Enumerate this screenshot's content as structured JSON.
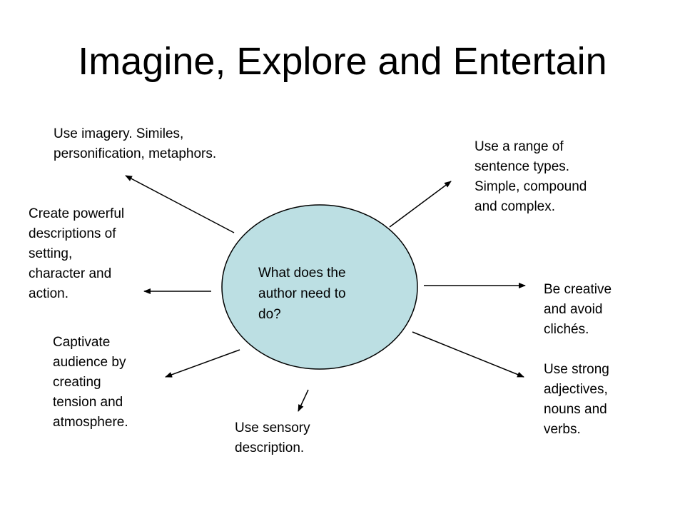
{
  "slide": {
    "title": "Imagine, Explore and Entertain",
    "center": {
      "text": "What does the\nauthor need to\ndo?",
      "fill_color": "#BCDFE3",
      "stroke_color": "#000000"
    },
    "branches": [
      {
        "text": "Use imagery.  Similes,\npersonification,  metaphors."
      },
      {
        "text": "Use a range of\nsentence types.\nSimple, compound\nand complex."
      },
      {
        "text": "Create powerful\ndescriptions of\nsetting,\ncharacter and\naction."
      },
      {
        "text": "Be creative\nand avoid\nclichés."
      },
      {
        "text": "Captivate\naudience by\ncreating\ntension and\natmosphere."
      },
      {
        "text": "Use strong\nadjectives,\nnouns and\nverbs."
      },
      {
        "text": "Use sensory\ndescription."
      }
    ]
  }
}
